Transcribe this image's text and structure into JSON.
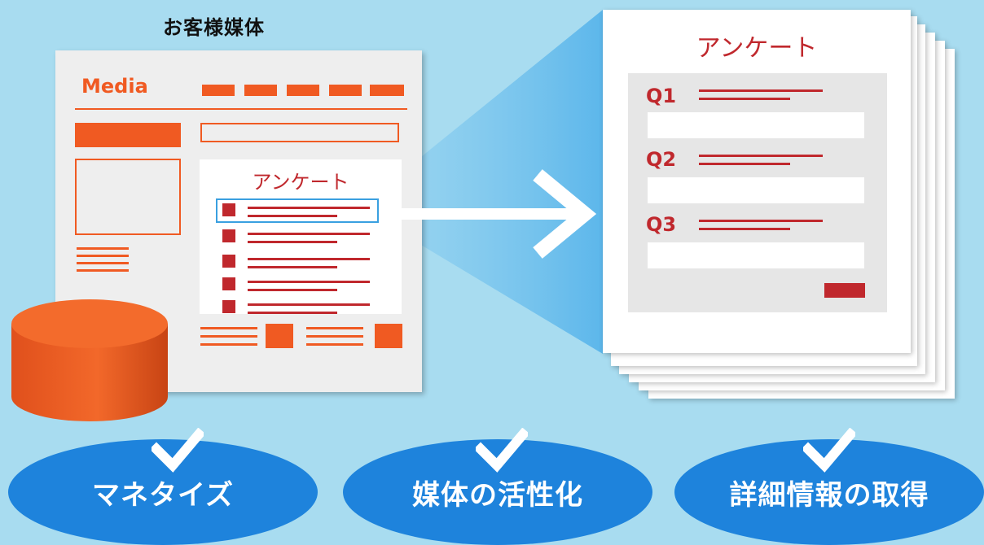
{
  "header": {
    "media_label": "お客様媒体"
  },
  "media_page": {
    "logo_text": "Media",
    "survey_title": "アンケート"
  },
  "survey_document": {
    "title": "アンケート",
    "questions": [
      {
        "label": "Q1"
      },
      {
        "label": "Q2"
      },
      {
        "label": "Q3"
      }
    ]
  },
  "benefits": [
    {
      "label": "マネタイズ",
      "icon": "checkmark-icon"
    },
    {
      "label": "媒体の活性化",
      "icon": "checkmark-icon"
    },
    {
      "label": "詳細情報の取得",
      "icon": "checkmark-icon"
    }
  ],
  "colors": {
    "background": "#a8dcf0",
    "accent_orange": "#f05a22",
    "accent_red": "#c0282d",
    "ellipse_blue": "#1e83dc"
  }
}
